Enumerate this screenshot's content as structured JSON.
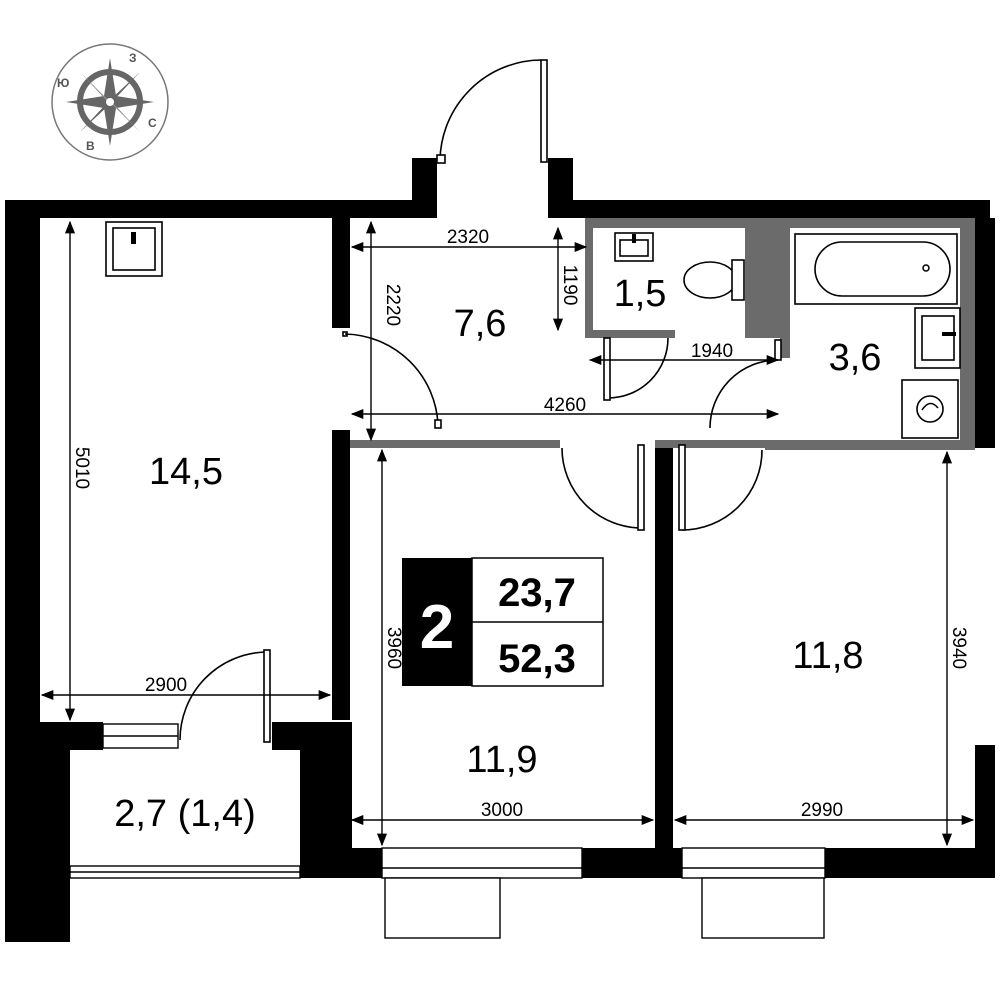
{
  "compass": {
    "north": "З",
    "east": "С",
    "south": "В",
    "west": "Ю"
  },
  "rooms": {
    "living": "14,5",
    "hall": "7,6",
    "toilet": "1,5",
    "bath": "3,6",
    "bedroom_left": "11,9",
    "bedroom_right": "11,8",
    "balcony": "2,7 (1,4)"
  },
  "dimensions": {
    "hall_width": "2320",
    "hall_depth": "2220",
    "toilet_depth": "1190",
    "bath_width": "1940",
    "corridor_length": "4260",
    "living_depth": "5010",
    "living_width": "2900",
    "bedroom_left_depth": "3960",
    "bedroom_left_width": "3000",
    "bedroom_right_depth": "3940",
    "bedroom_right_width": "2990"
  },
  "summary": {
    "rooms_count": "2",
    "living_area": "23,7",
    "total_area": "52,3"
  }
}
